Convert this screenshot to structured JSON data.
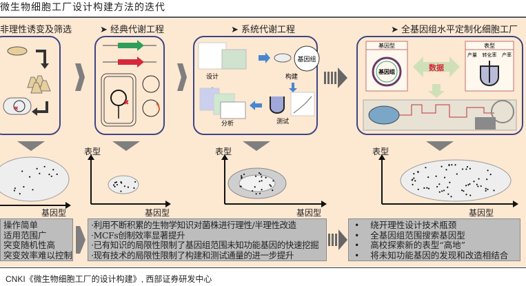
{
  "title": "微生物细胞工厂设计构建方法的迭代",
  "stages": [
    {
      "header": "非理性诱变及筛选",
      "bullets": [
        "操作简单",
        "适用范围广",
        "突变随机性高",
        "突变效率难以控制"
      ]
    },
    {
      "header": "经典代谢工程",
      "bullets": [
        "·利用不断积累的生物学知识对菌株进行理性/半理性改造",
        "·MCFs创制效率显著提升",
        "·已有知识的局限性限制了基因组范围未知功能基因的快速挖掘",
        "·现有技术的局限性限制了构建和测试通量的进一步提升"
      ]
    },
    {
      "header": "系统代谢工程",
      "cycle": [
        "设计",
        "构建",
        "测试",
        "分析"
      ],
      "genome_label": "基因组"
    },
    {
      "header": "全基因组水平定制化细胞工厂",
      "genotype_panel": "基因型",
      "genome_label": "基因组",
      "data_label": "数据",
      "phenotype_panel": "表型",
      "phenotype_metrics": [
        "产量",
        "转化率",
        "产率"
      ],
      "bullets": [
        "绕开理性设计技术瓶颈",
        "全基因组范围搜索基因型",
        "高校探索新的表型“高地”",
        "将未知功能基因的发现和改造相结合"
      ]
    }
  ],
  "plot_axes": {
    "y": "表型",
    "x": "基因型"
  },
  "source": "CNKI《微生物细胞工厂的设计构建》, 西部证券研发中心",
  "colors": {
    "panel": "#fde8d2",
    "border": "#3d4583",
    "arrow": "#7f7f7f",
    "textbox": "#bdbdbd",
    "red": "#d6283a",
    "green": "#2e9e5a"
  }
}
